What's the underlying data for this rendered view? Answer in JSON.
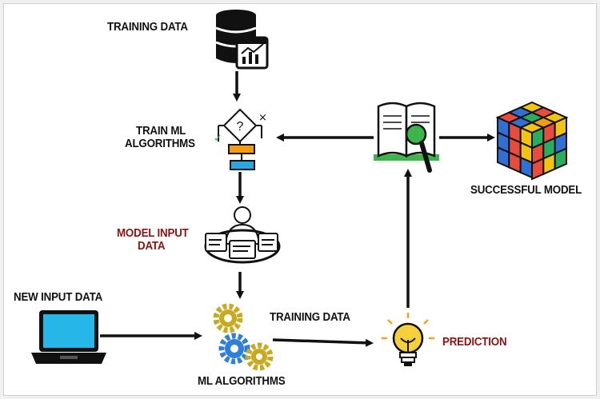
{
  "labels": {
    "training_data_top": "TRAINING DATA",
    "train_ml_line1": "TRAIN ML",
    "train_ml_line2": "ALGORITHMS",
    "model_input_line1": "MODEL INPUT",
    "model_input_line2": "DATA",
    "new_input_data": "NEW INPUT DATA",
    "training_data_mid": "TRAINING DATA",
    "prediction": "PREDICTION",
    "ml_algorithms": "ML ALGORITHMS",
    "successful_model": "SUCCESSFUL MODEL"
  },
  "flowchart_symbols": {
    "question": "?",
    "check": "✓",
    "cross": "×"
  },
  "colors": {
    "text": "#111111",
    "highlight_text": "#8a1414",
    "arrow": "#111111",
    "accent_green": "#3cb64a",
    "gear_gold": "#c8a91f",
    "gear_blue": "#2f7fd6",
    "laptop_screen": "#27b6e8",
    "bulb": "#f4d03a",
    "flow_orange": "#f39c12",
    "flow_blue": "#2aa7e0"
  },
  "icons": [
    "database-icon",
    "flowchart-icon",
    "user-data-ring-icon",
    "gears-icon",
    "laptop-icon",
    "lightbulb-icon",
    "book-magnifier-icon",
    "rubiks-cube-icon"
  ]
}
